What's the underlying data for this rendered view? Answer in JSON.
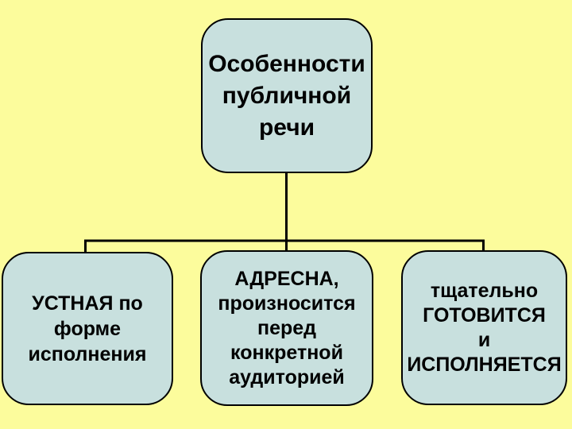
{
  "diagram": {
    "nodes": {
      "root": {
        "text": "Особенности\nпубличной\nречи"
      },
      "oral": {
        "text": "УСТНАЯ по\nформе\nисполнения"
      },
      "addressed": {
        "text": "АДРЕСНА,\nпроизносится\nперед\nконкретной\nаудиторией"
      },
      "prepared": {
        "text": "тщательно\nГОТОВИТСЯ\nи\nИСПОЛНЯЕТСЯ"
      }
    },
    "structure": "root connects to oral, addressed, prepared"
  },
  "colors": {
    "background": "#FCFC9C",
    "node_fill": "#C8E0DE",
    "node_border": "#000000",
    "connector": "#000000",
    "text": "#000000"
  }
}
